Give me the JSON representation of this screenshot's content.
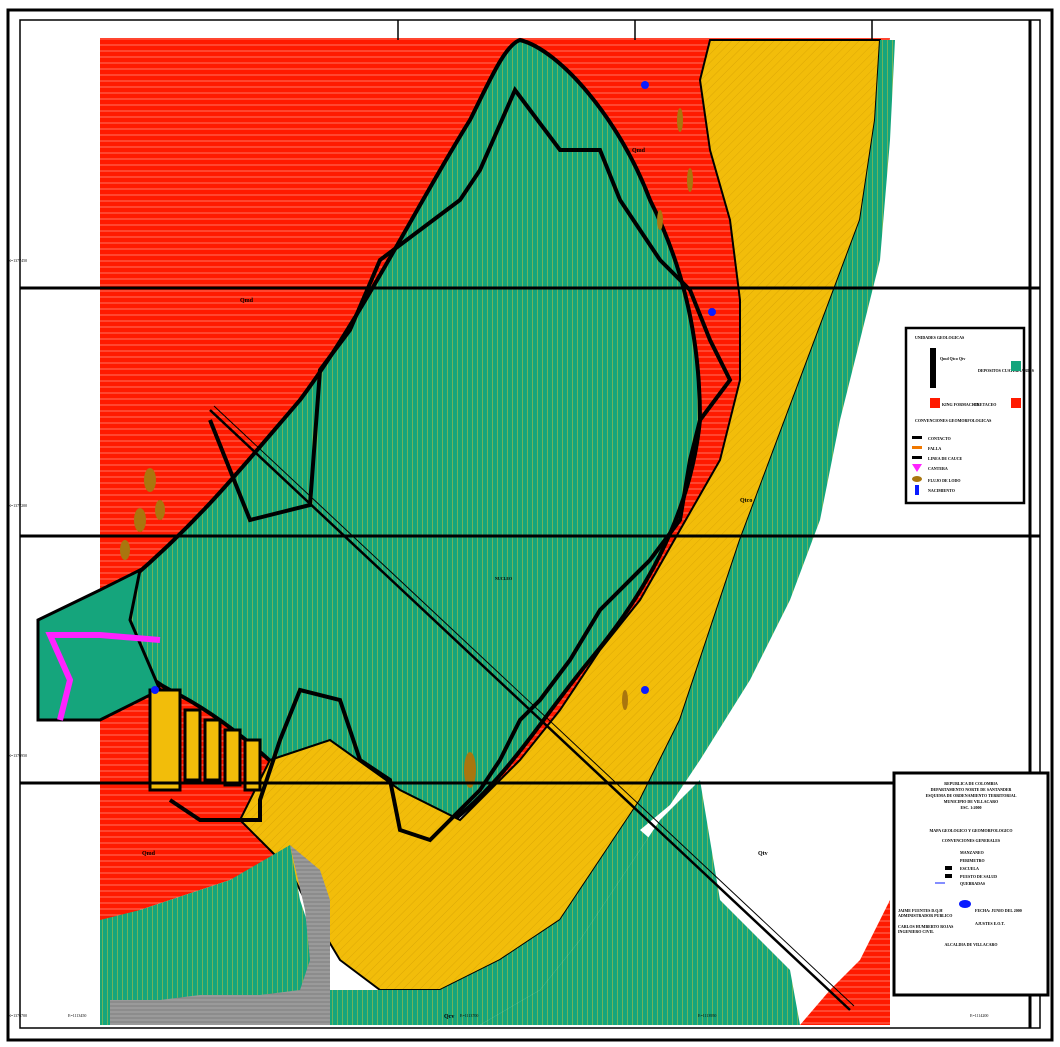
{
  "map_labels": {
    "zone_a": "Qmd",
    "zone_b": "Qmd",
    "zone_c": "Qmd",
    "zone_d": "Qtco",
    "zone_e": "Qtv",
    "zone_f": "Qcv",
    "urban": "NUCLEO"
  },
  "legend": {
    "title": "UNIDADES GEOLOGICAS",
    "row1": "Qmd  Qtco  Qtv",
    "row1_desc": "DEPOSITOS CUATERNARIOS",
    "row2": "KING  FORMACION",
    "row2_desc": "CRETACEO",
    "structures_title": "CONVENCIONES GEOMORFOLOGICAS",
    "sym1": "CONTACTO",
    "sym2": "FALLA",
    "sym3": "LINEA DE CAUCE",
    "sym4": "CANTERA",
    "sym5": "FLUJO DE LODO",
    "sym6": "NACIMIENTO"
  },
  "title_block": {
    "line1": "REPUBLICA DE COLOMBIA",
    "line2": "DEPARTAMENTO NORTE DE SANTANDER",
    "line3": "ESQUEMA DE ORDENAMIENTO TERRITORIAL",
    "line4": "MUNICIPIO DE VILLACARO",
    "line5": "ESC.    1:2000",
    "map_title": "MAPA GEOLOGICO Y GEOMORFOLOGICO",
    "conv_title": "CONVENCIONES GENERALES",
    "conv1": "MANZANEO",
    "conv2": "PERIMETRO",
    "conv3": "ESCUELA",
    "conv4": "PUESTO DE SALUD",
    "conv5": "QUEBRADAS",
    "author1": "JAIME FUENTES D.Q.H",
    "author1_role": "ADMINISTRADOR PUBLICO",
    "author2": "CARLOS HUMBERTO ROJAS",
    "author2_role": "INGENIERO CIVIL",
    "date": "FECHA:    JUNIO DEL 2000",
    "adjust": "AJUSTES      E.O.T.",
    "issuer": "ALCALDIA  DE VILLACARO"
  },
  "coords": {
    "left1": "N=1377450",
    "left2": "N=1377200",
    "left3": "N=1376950",
    "left4": "N=1376700",
    "bottom1": "E=1113450",
    "bottom2": "E=1113700",
    "bottom3": "E=1113950",
    "bottom4": "E=1114200"
  },
  "colors": {
    "red": "#ff1a00",
    "green": "#15a57c",
    "yellow": "#f2bd0a",
    "magenta": "#ff22ff",
    "brown": "#a9760e",
    "gray": "#9a9a9a",
    "blue": "#0a1cff"
  }
}
